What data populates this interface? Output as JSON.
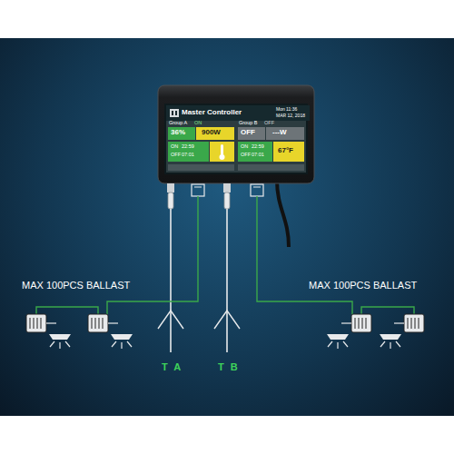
{
  "diagram": {
    "nodes": [
      {
        "text": [
          "Master Controller"
        ]
      }
    ],
    "labels": [
      "Mon 11:36",
      "MAR 12, 2018",
      "Group A",
      "ON",
      "36%",
      "900W",
      "ON",
      "22:59",
      "OFF",
      "07:01",
      "Group B",
      "OFF",
      "OFF",
      "---W",
      "ON",
      "22:59",
      "OFF",
      "07:01",
      "67°F",
      "MAX 100PCS BALLAST",
      "MAX 100PCS BALLAST",
      "T A",
      "T B"
    ]
  }
}
